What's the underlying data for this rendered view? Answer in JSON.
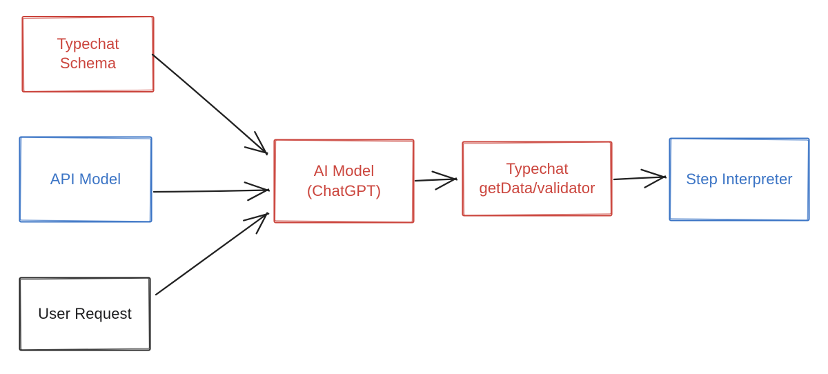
{
  "colors": {
    "red": "#cb453d",
    "blue": "#3b74c5",
    "black": "#1c1c1e",
    "arrow": "#212121",
    "background": "#ffffff"
  },
  "diagram": {
    "nodes": [
      {
        "id": "typechat-schema",
        "lines": [
          "Typechat",
          "Schema"
        ],
        "color": "#cb453d"
      },
      {
        "id": "api-model",
        "lines": [
          "API Model"
        ],
        "color": "#3b74c5"
      },
      {
        "id": "user-request",
        "lines": [
          "User Request"
        ],
        "color": "#1c1c1e"
      },
      {
        "id": "ai-model-chatgpt",
        "lines": [
          "AI Model",
          "(ChatGPT)"
        ],
        "color": "#cb453d"
      },
      {
        "id": "typechat-getdata-validator",
        "lines": [
          "Typechat",
          "getData/validator"
        ],
        "color": "#cb453d"
      },
      {
        "id": "step-interpreter",
        "lines": [
          "Step Interpreter"
        ],
        "color": "#3b74c5"
      }
    ],
    "edges": [
      {
        "from": "typechat-schema",
        "to": "ai-model-chatgpt"
      },
      {
        "from": "api-model",
        "to": "ai-model-chatgpt"
      },
      {
        "from": "user-request",
        "to": "ai-model-chatgpt"
      },
      {
        "from": "ai-model-chatgpt",
        "to": "typechat-getdata-validator"
      },
      {
        "from": "typechat-getdata-validator",
        "to": "step-interpreter"
      }
    ]
  }
}
